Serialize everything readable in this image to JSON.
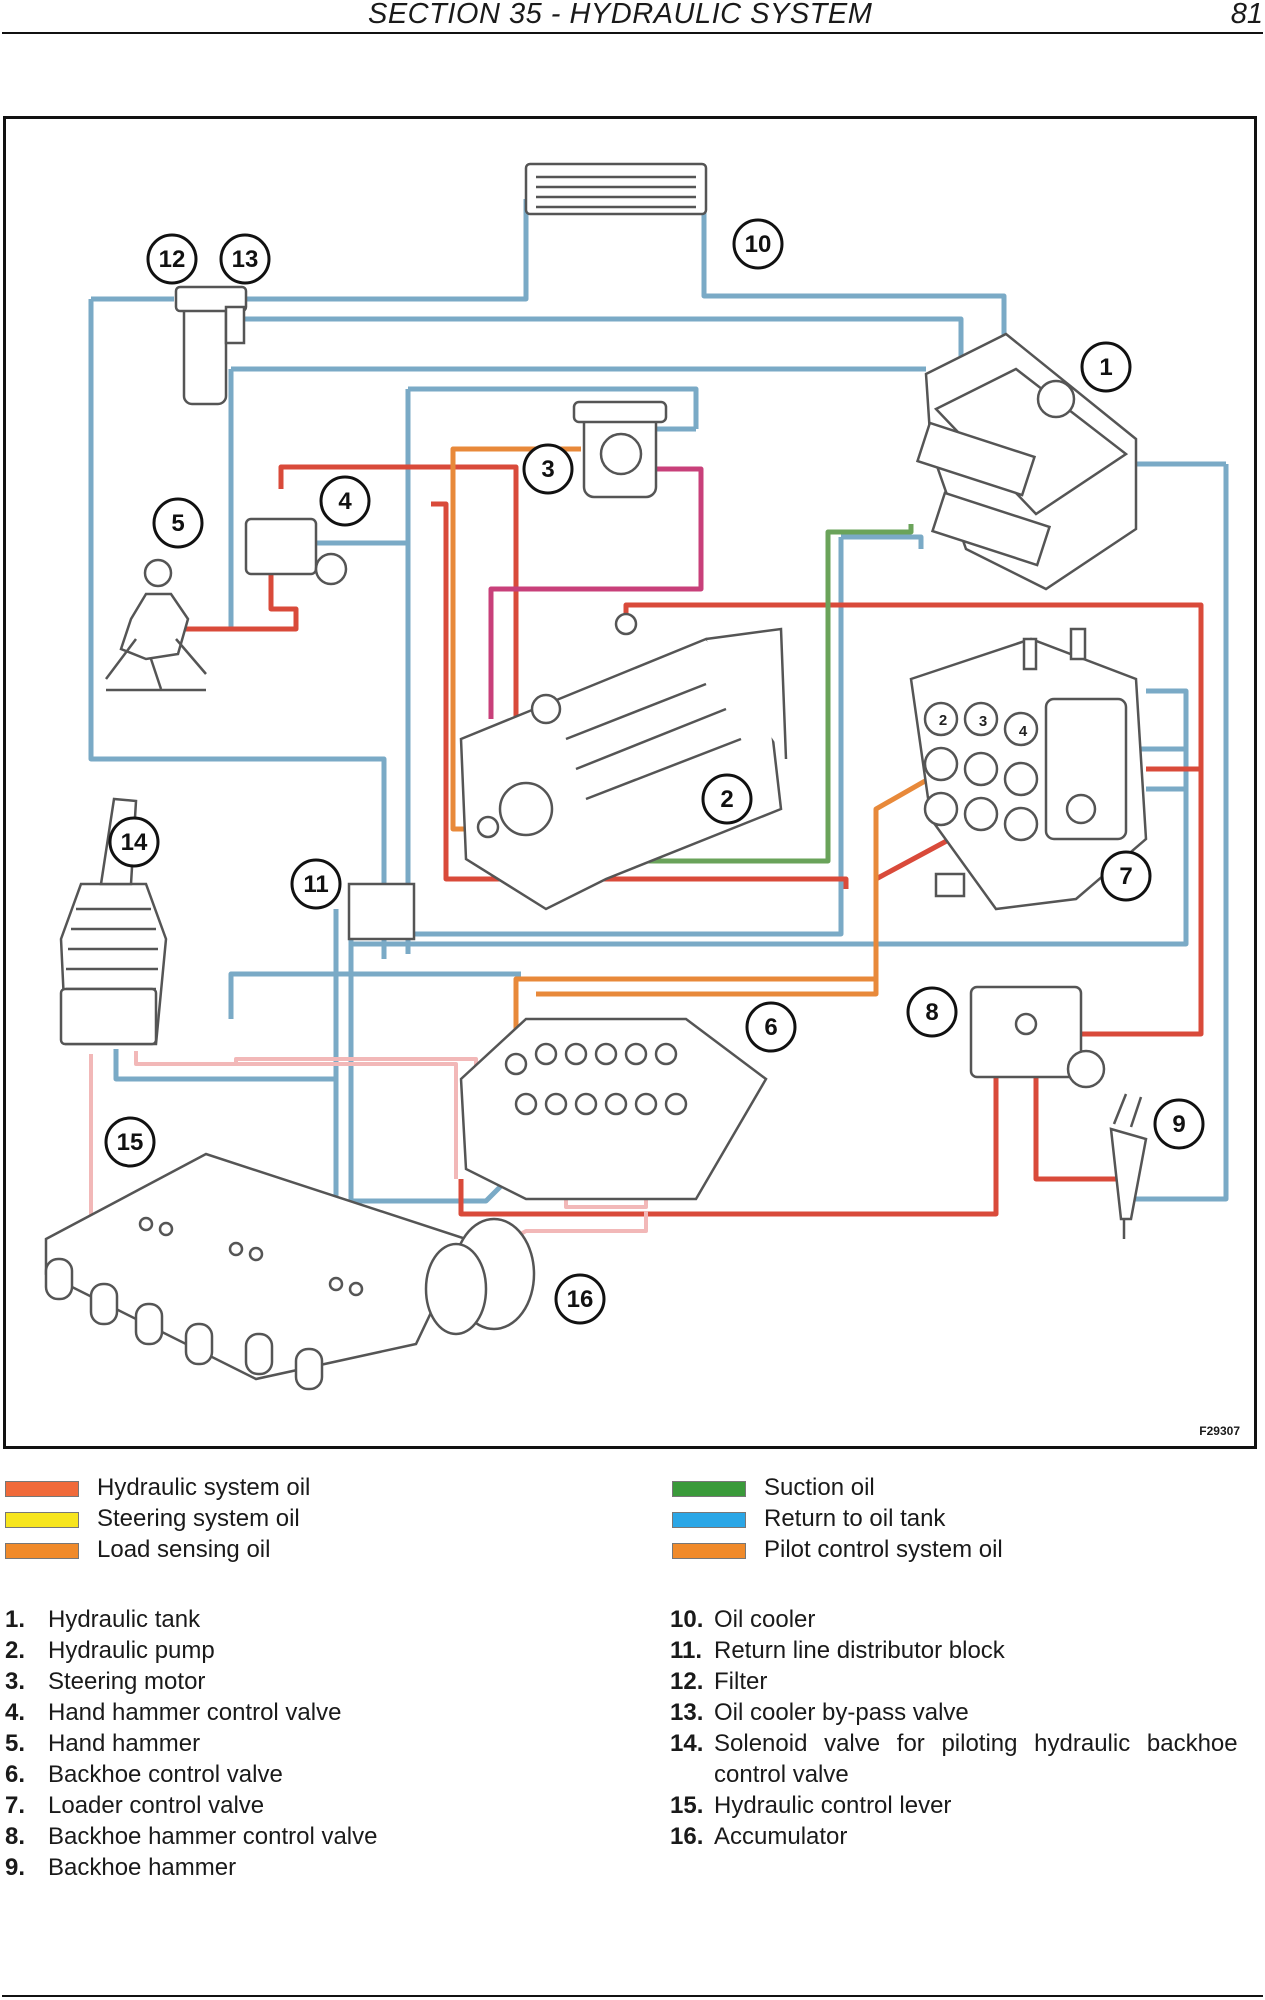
{
  "header": {
    "section": "SECTION 35 - HYDRAULIC SYSTEM",
    "page": "81"
  },
  "figure": {
    "code": "F29307",
    "callouts": [
      "1",
      "2",
      "3",
      "4",
      "5",
      "6",
      "7",
      "8",
      "9",
      "10",
      "11",
      "12",
      "13",
      "14",
      "15",
      "16"
    ],
    "valve_marks": [
      "2",
      "3",
      "4"
    ],
    "colors": {
      "hydraulic": "#d94a3a",
      "return": "#7aaac6",
      "suction": "#6aa35a",
      "pilot": "#e8893a",
      "steering": "#c8407a",
      "pilot_light": "#f2b8b8",
      "component": "#555555"
    }
  },
  "legend": [
    {
      "label": "Hydraulic system oil",
      "color": "#f06a3a"
    },
    {
      "label": "Steering system oil",
      "color": "#f7e51e"
    },
    {
      "label": "Load sensing oil",
      "color": "#f08a2a"
    },
    {
      "label": "Suction oil",
      "color": "#3a9a3a"
    },
    {
      "label": "Return to oil tank",
      "color": "#2aa6e6"
    },
    {
      "label": "Pilot control system oil",
      "color": "#f08a2a"
    }
  ],
  "parts": [
    {
      "num": "1.",
      "text": "Hydraulic tank"
    },
    {
      "num": "2.",
      "text": "Hydraulic pump"
    },
    {
      "num": "3.",
      "text": "Steering motor"
    },
    {
      "num": "4.",
      "text": "Hand hammer control valve"
    },
    {
      "num": "5.",
      "text": "Hand hammer"
    },
    {
      "num": "6.",
      "text": "Backhoe control valve"
    },
    {
      "num": "7.",
      "text": "Loader control valve"
    },
    {
      "num": "8.",
      "text": "Backhoe hammer control valve"
    },
    {
      "num": "9.",
      "text": "Backhoe hammer"
    },
    {
      "num": "10.",
      "text": "Oil cooler"
    },
    {
      "num": "11.",
      "text": "Return line distributor block"
    },
    {
      "num": "12.",
      "text": "Filter"
    },
    {
      "num": "13.",
      "text": "Oil cooler by-pass valve"
    },
    {
      "num": "14.",
      "text": "Solenoid valve for piloting hydraulic backhoe"
    },
    {
      "num": "",
      "text": "control valve"
    },
    {
      "num": "15.",
      "text": "Hydraulic control lever"
    },
    {
      "num": "16.",
      "text": "Accumulator"
    }
  ]
}
